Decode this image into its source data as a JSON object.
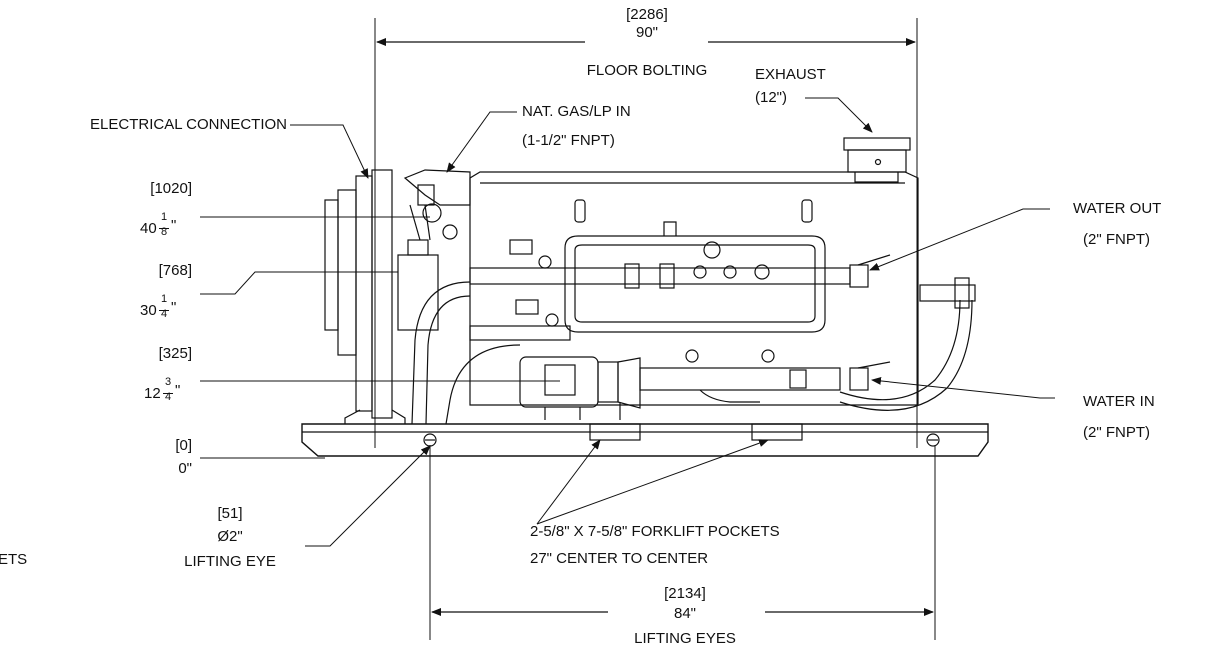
{
  "labels": {
    "floor_bolting": {
      "mm": "[2286]",
      "inch": "90\"",
      "name": "FLOOR BOLTING"
    },
    "exhaust": {
      "name": "EXHAUST",
      "size": "(12\")"
    },
    "nat_gas": {
      "name": "NAT. GAS/LP IN",
      "size": "(1-1/2\" FNPT)"
    },
    "electrical": {
      "name": "ELECTRICAL CONNECTION"
    },
    "water_out": {
      "name": "WATER OUT",
      "size": "(2\" FNPT)"
    },
    "water_in": {
      "name": "WATER IN",
      "size": "(2\" FNPT)"
    },
    "height_1020": {
      "mm": "[1020]",
      "whole": "40",
      "num": "1",
      "den": "8",
      "unit": "\""
    },
    "height_768": {
      "mm": "[768]",
      "whole": "30",
      "num": "1",
      "den": "4",
      "unit": "\""
    },
    "height_325": {
      "mm": "[325]",
      "whole": "12",
      "num": "3",
      "den": "4",
      "unit": "\""
    },
    "height_0": {
      "mm": "[0]",
      "inch": "0\""
    },
    "lifting_eye_dia": {
      "mm": "[51]",
      "dia": "Ø2\"",
      "name": "LIFTING EYE"
    },
    "forklift": {
      "line1": "2-5/8\" X 7-5/8\" FORKLIFT POCKETS",
      "line2": "27\" CENTER TO CENTER"
    },
    "lifting_eyes": {
      "mm": "[2134]",
      "inch": "84\"",
      "name": "LIFTING EYES"
    },
    "cut_text": "ETS"
  }
}
